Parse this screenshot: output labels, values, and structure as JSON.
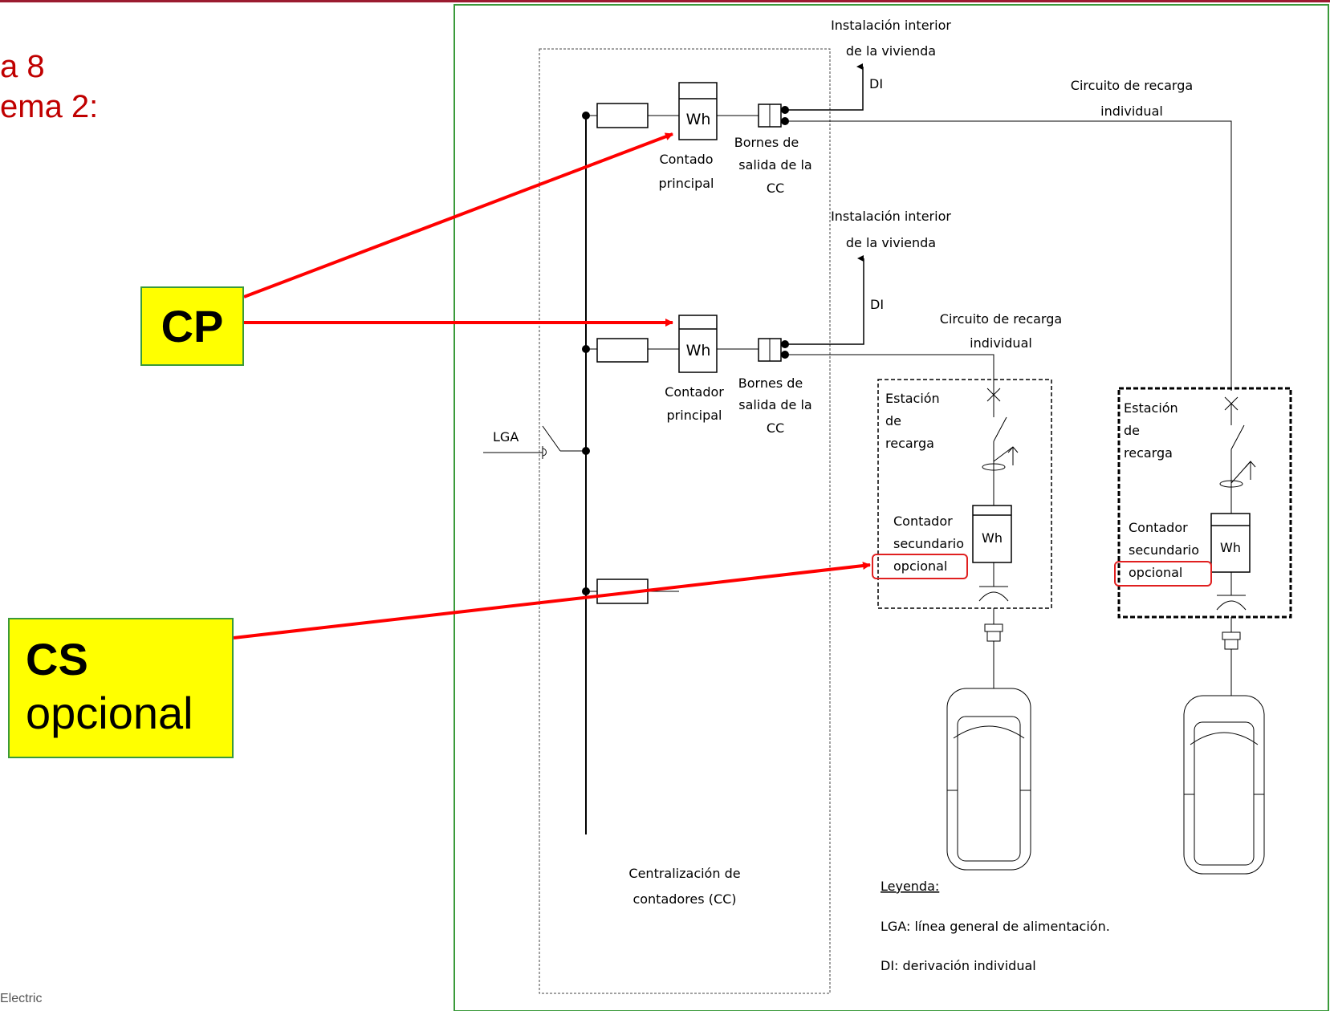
{
  "slide": {
    "title_line1": "a 8",
    "title_line2": "ema 2:",
    "footer": "Electric"
  },
  "callouts": {
    "cp": "CP",
    "cs_line1": "CS",
    "cs_line2": "opcional"
  },
  "diagram": {
    "top_branch": {
      "dest_line1": "Instalación interior",
      "dest_line2": "de  la vivienda",
      "di": "DI",
      "meter": "Wh",
      "meter_label_1": "Contado",
      "meter_label_2": "principal",
      "terminals_1": "Bornes de",
      "terminals_2": "salida de la",
      "terminals_3": "CC",
      "circuit_1": "Circuito de recarga",
      "circuit_2": "individual"
    },
    "mid_branch": {
      "dest_line1": "Instalación interior",
      "dest_line2": "de  la vivienda",
      "di": "DI",
      "meter": "Wh",
      "meter_label_1": "Contador",
      "meter_label_2": "principal",
      "terminals_1": "Bornes de",
      "terminals_2": "salida de la",
      "terminals_3": "CC",
      "circuit_1": "Circuito de recarga",
      "circuit_2": "individual"
    },
    "lga_label": "LGA",
    "station_left": {
      "label_1": "Estación",
      "label_2": "de",
      "label_3": "recarga",
      "sec_1": "Contador",
      "sec_2": "secundario",
      "sec_3": "opcional",
      "meter": "Wh"
    },
    "station_right": {
      "label_1": "Estación",
      "label_2": "de",
      "label_3": "recarga",
      "sec_1": "Contador",
      "sec_2": "secundario",
      "sec_3": "opcional",
      "meter": "Wh"
    },
    "cc_label_1": "Centralización de",
    "cc_label_2": "contadores (CC)",
    "legend_title": "Leyenda:",
    "legend_lga": "LGA: línea general de alimentación.",
    "legend_di": "DI: derivación individual"
  },
  "colors": {
    "title": "#c00000",
    "callout_fill": "#ffff00",
    "callout_border": "#3a9a3a",
    "arrow": "#ff0000",
    "frame": "#3a9a3a"
  }
}
